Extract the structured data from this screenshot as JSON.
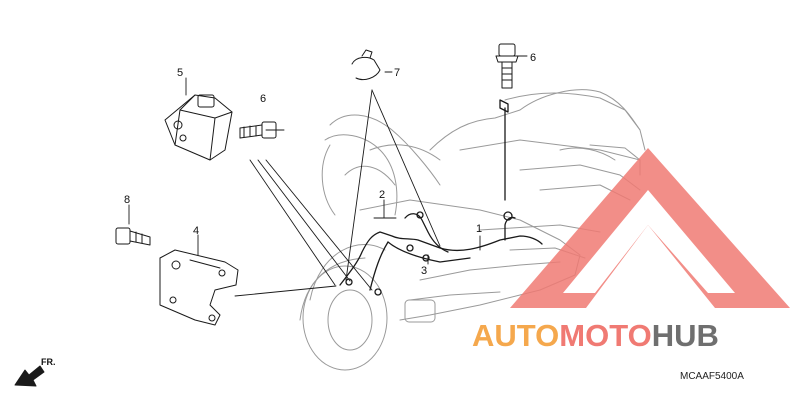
{
  "diagram": {
    "direction_label": "FR.",
    "drawing_code": "MCAAF5400A",
    "callouts": [
      {
        "id": "c1",
        "label": "1"
      },
      {
        "id": "c2",
        "label": "2"
      },
      {
        "id": "c3",
        "label": "3"
      },
      {
        "id": "c4",
        "label": "4"
      },
      {
        "id": "c5",
        "label": "5"
      },
      {
        "id": "c6a",
        "label": "6"
      },
      {
        "id": "c6b",
        "label": "6"
      },
      {
        "id": "c7",
        "label": "7"
      },
      {
        "id": "c8",
        "label": "8"
      }
    ]
  },
  "watermark": {
    "part1": "AUTO",
    "part2": "MOTO",
    "part3": "HUB",
    "colors": {
      "part1": "#f5a84d",
      "part2": "#f07a73",
      "part3": "#6f6f6f",
      "triangle": "#f07a73"
    }
  }
}
